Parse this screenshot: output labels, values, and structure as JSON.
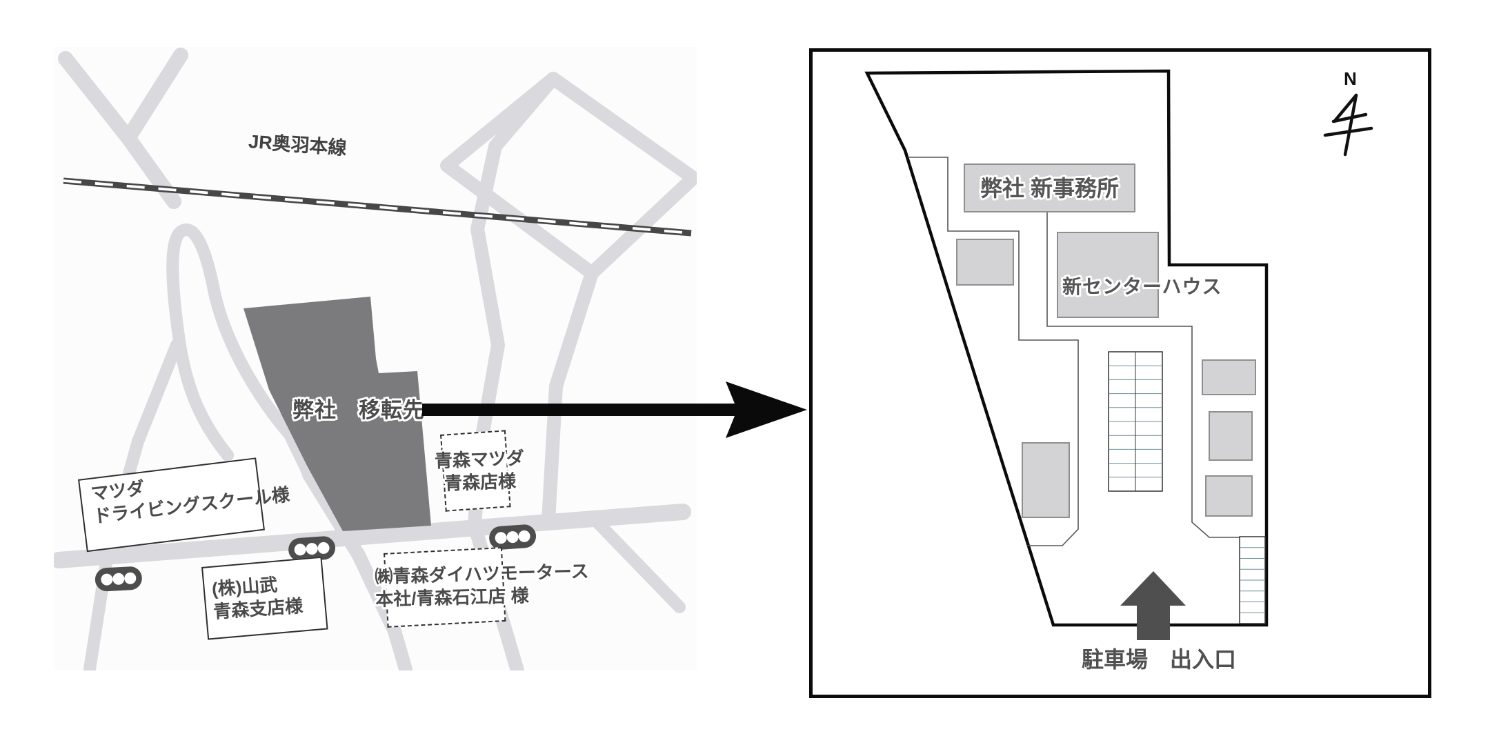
{
  "left_map": {
    "railway_label": "JR奥羽本線",
    "relocation_label": "弊社　移転先",
    "landmarks": [
      {
        "name": "mazda-driving-school",
        "line1": "マツダ",
        "line2": "ドライビングスクール様",
        "border": "solid"
      },
      {
        "name": "aomori-mazda",
        "line1": "青森マツダ",
        "line2": "青森店様",
        "border": "dashed"
      },
      {
        "name": "yamatake",
        "line1": "(株)山武",
        "line2": "青森支店様",
        "border": "solid"
      },
      {
        "name": "aomori-daihatsu",
        "line1": "㈱青森ダイハツモータース",
        "line2": "本社/青森石江店 様",
        "border": "dashed"
      }
    ]
  },
  "site_plan": {
    "north_label": "N",
    "office_label": "弊社 新事務所",
    "center_house_label": "新センターハウス",
    "parking_entrance_label": "駐車場　出入口"
  },
  "colors": {
    "road": "#d9d9de",
    "railway": "#474747",
    "relocation_building": "#7b7b7e",
    "site_building_fill": "#d3d3d5",
    "site_building_border": "#8f8f8f",
    "label_dark": "#4a4a4a",
    "transfer_arrow": "#0a0a0a",
    "entrance_arrow": "#4f4f4f",
    "stall_line": "#6a9297"
  }
}
